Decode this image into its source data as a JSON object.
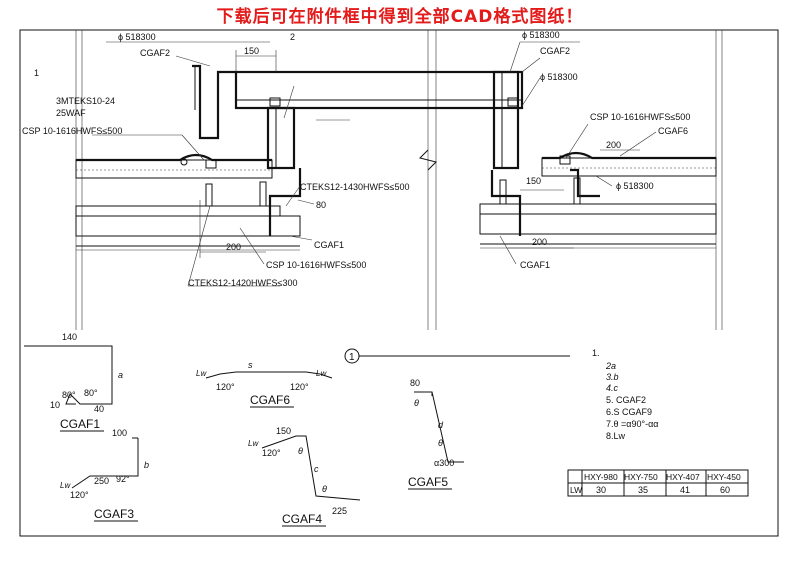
{
  "banner": "下载后可在附件框中得到全部CAD格式图纸！",
  "top": {
    "grid_label": "2",
    "left_index": "1",
    "phi_left": "ϕ 518300",
    "phi_right_top": "ϕ 518300",
    "phi_right_mid": "ϕ 518300",
    "phi_right_low": "ϕ 518300",
    "cgaf2_left": "CGAF2",
    "cgaf2_right": "CGAF2",
    "dim_150_left": "150",
    "dim_150_right": "150",
    "dim_200_left": "200",
    "dim_200_right": "200",
    "dim_200_top_right": "200",
    "dim_80": "80",
    "teks_line1": "3MTEKS10-24",
    "teks_line2": "25WAF",
    "csp_left": "CSP 10-1616HWFS≤500",
    "csp_right": "CSP 10-1616HWFS≤500",
    "csp_bottom": "CSP 10-1616HWFS≤500",
    "cteks_1430": "CTEKS12-1430HWFS≤500",
    "cteks_1420": "CTEKS12-1420HWFS≤300",
    "cgaf1_left": "CGAF1",
    "cgaf1_right": "CGAF1",
    "cgaf6": "CGAF6"
  },
  "details": {
    "cgaf1": {
      "name": "CGAF1",
      "dim_top": "140",
      "dim_a": "a",
      "ang1": "80°",
      "ang2": "80°",
      "dim_10": "10",
      "dim_40": "40"
    },
    "cgaf3": {
      "name": "CGAF3",
      "dim_top": "100",
      "dim_b": "b",
      "dim_250": "250",
      "ang": "92°",
      "ang2": "120°",
      "lw": "Lw"
    },
    "cgaf6": {
      "name": "CGAF6",
      "dim_s": "s",
      "ang_l": "120°",
      "ang_r": "120°",
      "lw_l": "Lw",
      "lw_r": "Lw"
    },
    "cgaf4": {
      "name": "CGAF4",
      "dim_150": "150",
      "dim_c": "c",
      "theta1": "θ",
      "theta2": "θ",
      "dim_225": "225",
      "ang": "120°",
      "lw": "Lw"
    },
    "cgaf5": {
      "name": "CGAF5",
      "dim_80": "80",
      "dim_d": "d",
      "theta1": "θ",
      "theta2": "θ",
      "alpha300": "α300"
    },
    "circle_label": "1"
  },
  "notes": {
    "heading": "1.",
    "items": [
      "2a",
      "3.b",
      "4.c",
      "5.  CGAF2",
      "6.S        CGAF9",
      "7.θ      =α90°-αα",
      "8.Lw"
    ]
  },
  "table": {
    "headers": [
      "",
      "HXY-980",
      "HXY-750",
      "HXY-407",
      "HXY-450"
    ],
    "row_label": "LW",
    "values": [
      "30",
      "35",
      "41",
      "60"
    ]
  }
}
